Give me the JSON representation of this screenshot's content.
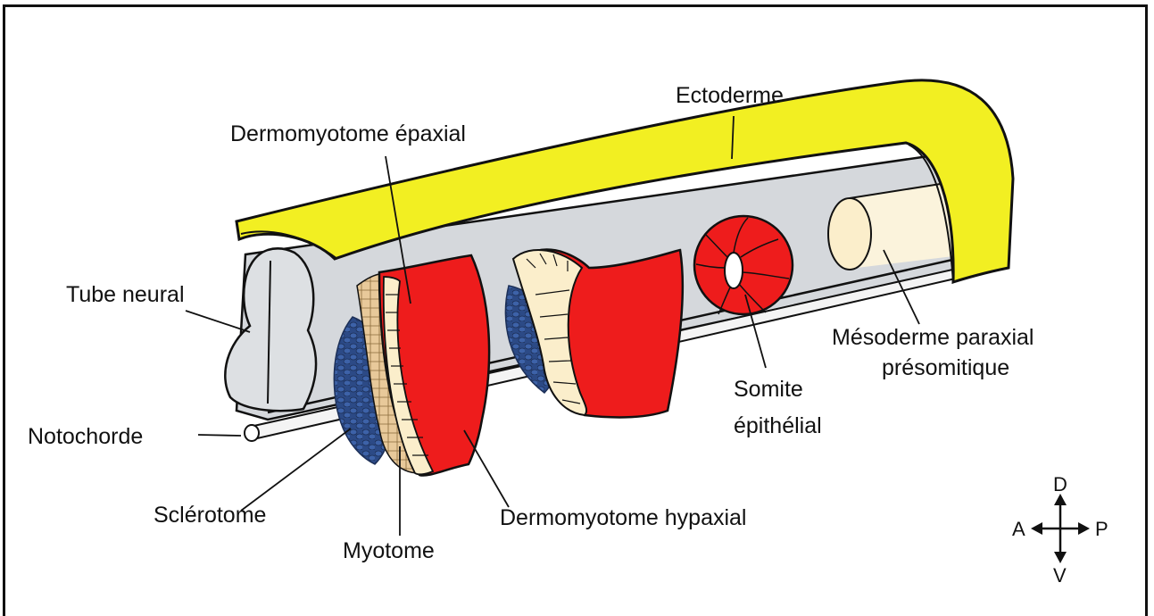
{
  "labels": {
    "ectoderme": "Ectoderme",
    "dermomyotome_epaxial": "Dermomyotome épaxial",
    "tube_neural": "Tube neural",
    "notochorde": "Notochorde",
    "sclerotome": "Sclérotome",
    "myotome": "Myotome",
    "dermomyotome_hypaxial": "Dermomyotome hypaxial",
    "somite_line1": "Somite",
    "somite_line2": "épithélial",
    "mesoderme_line1": "Mésoderme paraxial",
    "mesoderme_line2": "présomitique"
  },
  "axes": {
    "dorsal": "D",
    "ventral": "V",
    "anterior": "A",
    "posterior": "P"
  },
  "colors": {
    "ectoderm": "#f2ef22",
    "dermomyotome": "#ee1c1c",
    "myotome": "#fbeecb",
    "sclerotome": "#2f4f8f",
    "neural_tube": "#dde0e3",
    "tissue_bg": "#d5d8dc",
    "presomitic": "#fbeecb",
    "frame": "#111111"
  }
}
